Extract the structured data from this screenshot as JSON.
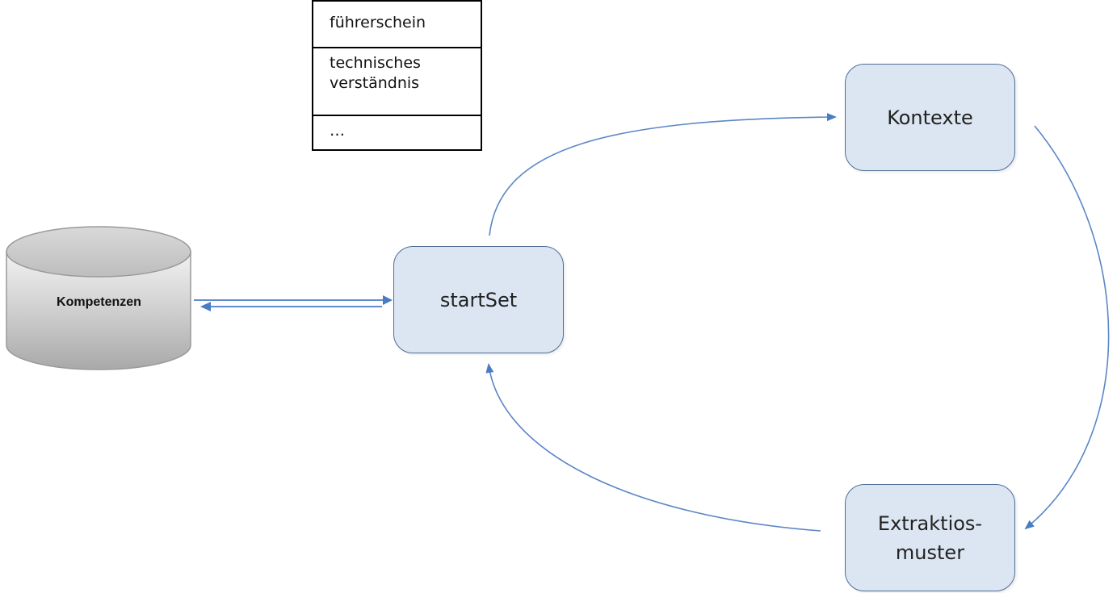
{
  "list_box": {
    "items": [
      "führerschein",
      "technisches verständnis",
      "…"
    ],
    "item_1": "führerschein",
    "item_2_line1": "technisches",
    "item_2_line2": "verständnis",
    "item_3": "…"
  },
  "database": {
    "label": "Kompetenzen"
  },
  "nodes": {
    "startset": "startSet",
    "kontexte": "Kontexte",
    "extraktion_line1": "Extraktios-",
    "extraktion_line2": "muster"
  },
  "colors": {
    "node_fill": "#dce6f2",
    "node_border": "#4f6f96",
    "arrow": "#5b87c5",
    "cylinder_gray": "#b3b3b3"
  }
}
